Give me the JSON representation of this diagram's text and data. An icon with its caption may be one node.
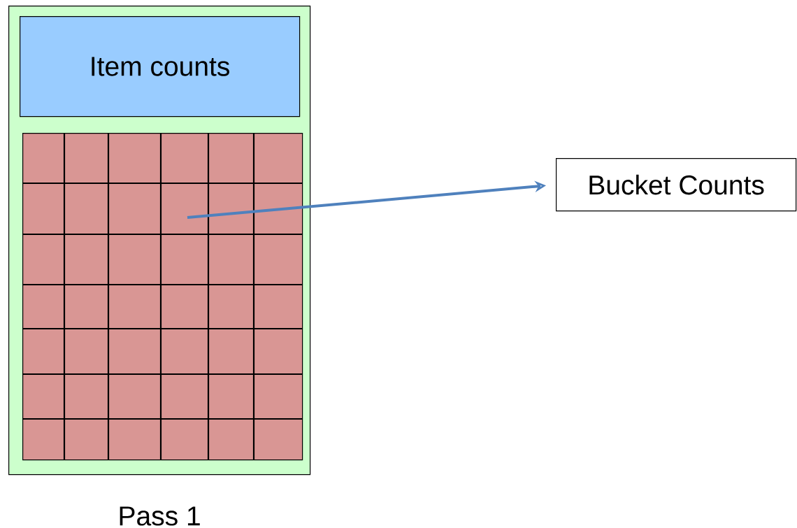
{
  "diagram": {
    "nodes": [
      {
        "text": [],
        "shape": "box",
        "beside": [
          "Pass 1"
        ]
      },
      {
        "text": [
          "Item counts"
        ],
        "in": 0
      },
      {
        "text": [],
        "shape": "box",
        "in": 0
      },
      {
        "text": [
          "Bucket Counts"
        ]
      }
    ],
    "edges": [
      {
        "from": 2,
        "to": 3,
        "arrow": "to",
        "color": "#4f81bd"
      }
    ]
  }
}
